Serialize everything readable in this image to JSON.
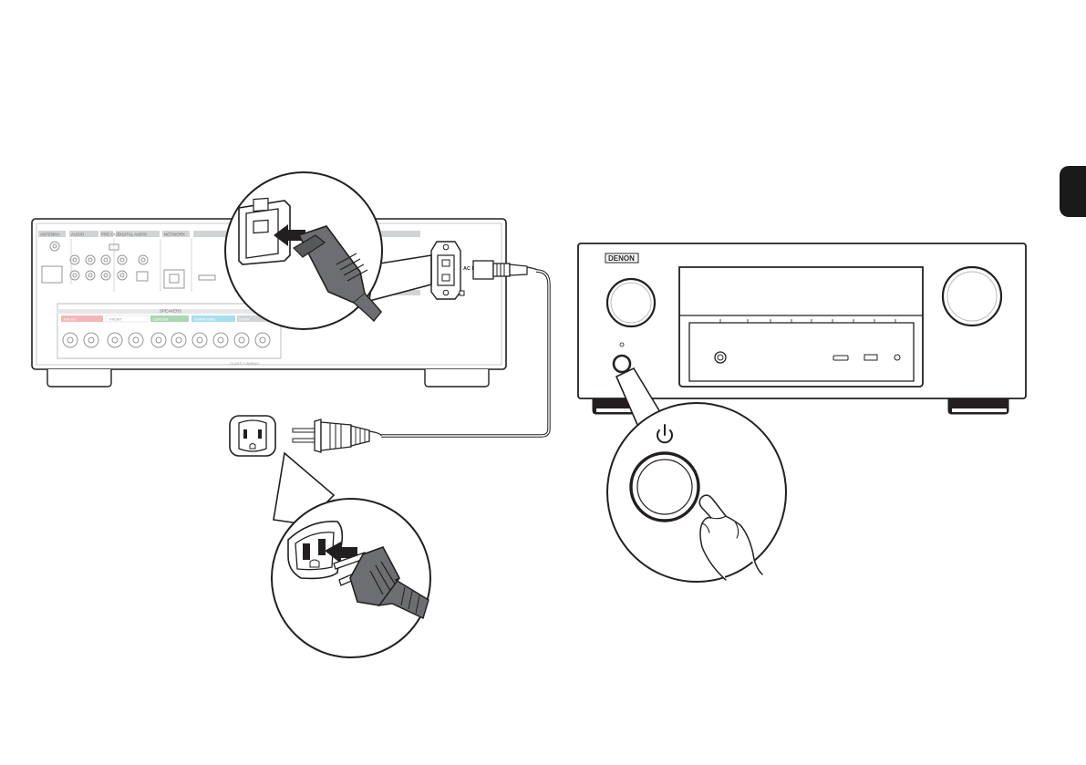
{
  "rear_panel": {
    "section_labels": [
      "ANTENNA",
      "AUDIO",
      "PRE OUT",
      "DIGITAL AUDIO",
      "NETWORK"
    ],
    "speakers_label": "SPEAKERS",
    "speaker_groups": [
      "FRONT",
      "FRONT",
      "CENTER",
      "SURROUND",
      "SURR"
    ],
    "ac_in_label": "AC IN",
    "impedance_label": "CLASS 2 WIRING"
  },
  "front_panel": {
    "brand": "DENON"
  },
  "icons": {
    "power": "power-symbol-icon",
    "push_arrow": "arrow-right-icon",
    "finger": "finger-press-icon"
  },
  "colors": {
    "stroke": "#231f20",
    "plug_fill": "#6d6e71",
    "panel_fill": "#ffffff",
    "front_speaker_tag": "#f4b6b8",
    "center_tag": "#a9d8b2",
    "surround_tag": "#a7dff0",
    "side_tab": "#1a1a1a"
  }
}
